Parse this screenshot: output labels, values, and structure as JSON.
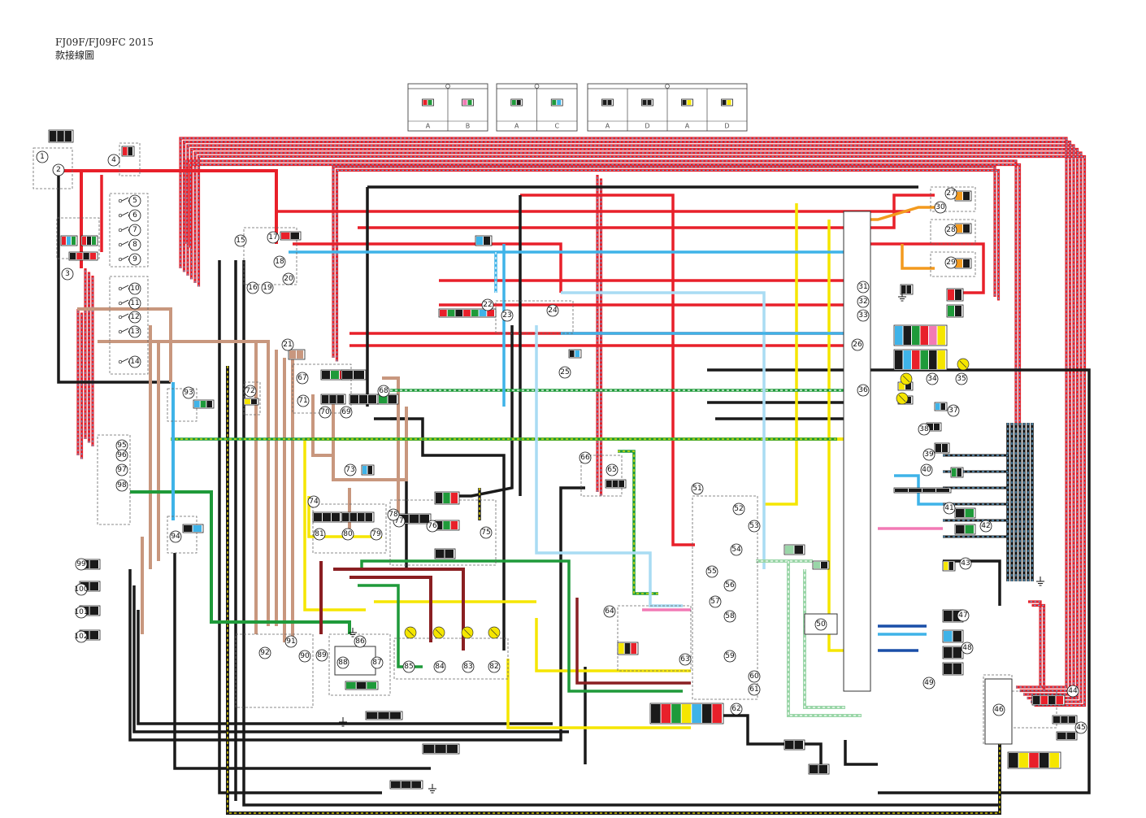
{
  "title": {
    "model": "FJ09F/FJ09FC 2015",
    "subtitle": "款接線圖"
  },
  "legend": {
    "groups": [
      {
        "letters": [
          "A",
          "B"
        ]
      },
      {
        "letters": [
          "A",
          "C"
        ]
      },
      {
        "letters": [
          "A",
          "D",
          "A",
          "D"
        ]
      }
    ]
  },
  "components": [
    "1",
    "2",
    "3",
    "4",
    "5",
    "6",
    "7",
    "8",
    "9",
    "10",
    "11",
    "12",
    "13",
    "14",
    "15",
    "16",
    "17",
    "18",
    "19",
    "20",
    "21",
    "22",
    "23",
    "24",
    "25",
    "26",
    "27",
    "28",
    "29",
    "30",
    "31",
    "32",
    "33",
    "34",
    "35",
    "36",
    "37",
    "38",
    "39",
    "40",
    "41",
    "42",
    "43",
    "44",
    "45",
    "46",
    "47",
    "48",
    "49",
    "50",
    "51",
    "52",
    "53",
    "54",
    "55",
    "56",
    "57",
    "58",
    "59",
    "60",
    "61",
    "62",
    "63",
    "64",
    "65",
    "66",
    "67",
    "68",
    "69",
    "70",
    "71",
    "72",
    "73",
    "74",
    "75",
    "76",
    "77",
    "78",
    "79",
    "80",
    "81",
    "82",
    "83",
    "84",
    "85",
    "86",
    "87",
    "88",
    "89",
    "90",
    "91",
    "92",
    "93",
    "94",
    "95",
    "96",
    "97",
    "98",
    "99",
    "100",
    "101",
    "102"
  ],
  "colors": {
    "red": "#e8202a",
    "black": "#1a1a1a",
    "brown": "#c8977e",
    "yellow": "#f5e600",
    "green": "#1f9a3a",
    "sky_blue": "#3fb3e8",
    "light_blue": "#a9dcf3",
    "pink": "#f27ab5",
    "orange": "#f39a1e",
    "blue": "#1a4fa8",
    "light_green": "#9ad6a8",
    "dash_blue": "#5fa8d8",
    "dash_white": "#ffffff"
  }
}
